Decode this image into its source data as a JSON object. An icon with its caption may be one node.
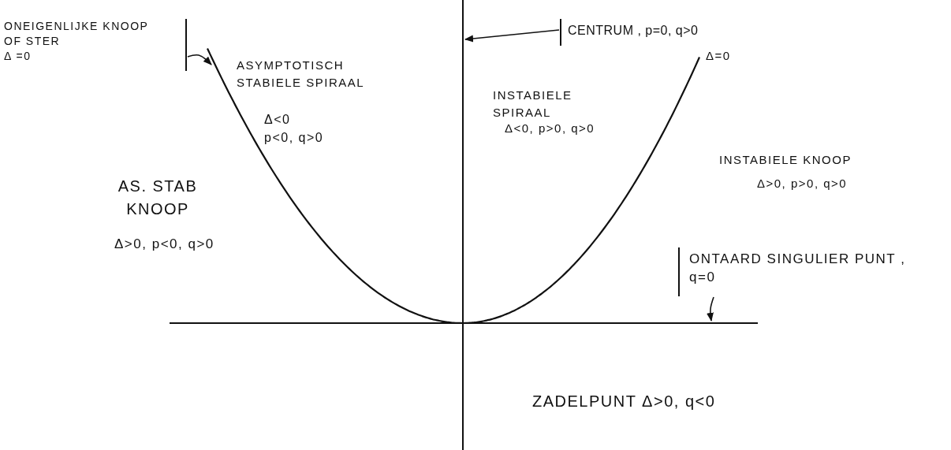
{
  "diagram": {
    "nodes": [
      {
        "text": [
          "ONEIGENLIJKE KNOOP OF STER",
          "Δ =0"
        ]
      },
      {
        "text": [],
        "shape": "curve"
      },
      {
        "text": [
          "CENTRUM , p=0, q>0"
        ]
      },
      {
        "text": [],
        "shape": "line"
      },
      {
        "text": [
          "ONTAARD SINGULIER PUNT , q=0"
        ]
      },
      {
        "text": [],
        "shape": "line"
      }
    ],
    "edges": [
      {
        "from": 0,
        "to": 1,
        "arrow": "to"
      },
      {
        "from": 2,
        "to": 3,
        "arrow": "to"
      },
      {
        "from": 4,
        "to": 5,
        "arrow": "to"
      }
    ],
    "labels": [
      "ASYMPTOTISCH STABIELE SPIRAAL",
      "Δ<0",
      "p<0, q>0",
      "INSTABIELE SPIRAAL",
      "Δ<0, p>0, q>0",
      "Δ=0",
      "INSTABIELE KNOOP",
      "Δ>0, p>0, q>0",
      "AS. STAB KNOOP",
      "Δ>0, p<0, q>0",
      "ZADELPUNT Δ>0, q<0"
    ]
  }
}
